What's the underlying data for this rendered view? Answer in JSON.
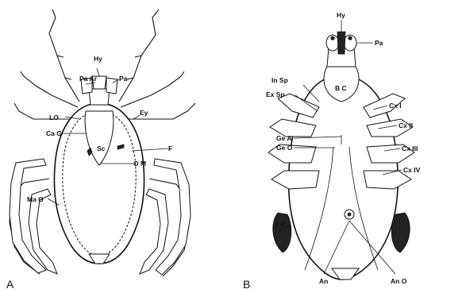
{
  "panels": {
    "a": "A",
    "b": "B"
  },
  "labels_a": {
    "hy": "Hy",
    "pa_ar": "Pa Ar",
    "pa": "Pa",
    "lo": "LO",
    "ey": "Ey",
    "ca_g": "Ca G",
    "sc": "Sc",
    "f": "F",
    "ma_g": "Ma G",
    "om": "O M"
  },
  "labels_b": {
    "hy": "Hy",
    "pa": "Pa",
    "in_sp": "In Sp",
    "ex_sp": "Ex Sp",
    "bc": "B C",
    "cx1": "Cx I",
    "cx2": "Cx II",
    "cx3": "Cx III",
    "cx4": "Cx IV",
    "ge_a": "Ge A",
    "ge_o": "Ge O",
    "sp": "S P",
    "an": "An",
    "an_o": "An O"
  }
}
